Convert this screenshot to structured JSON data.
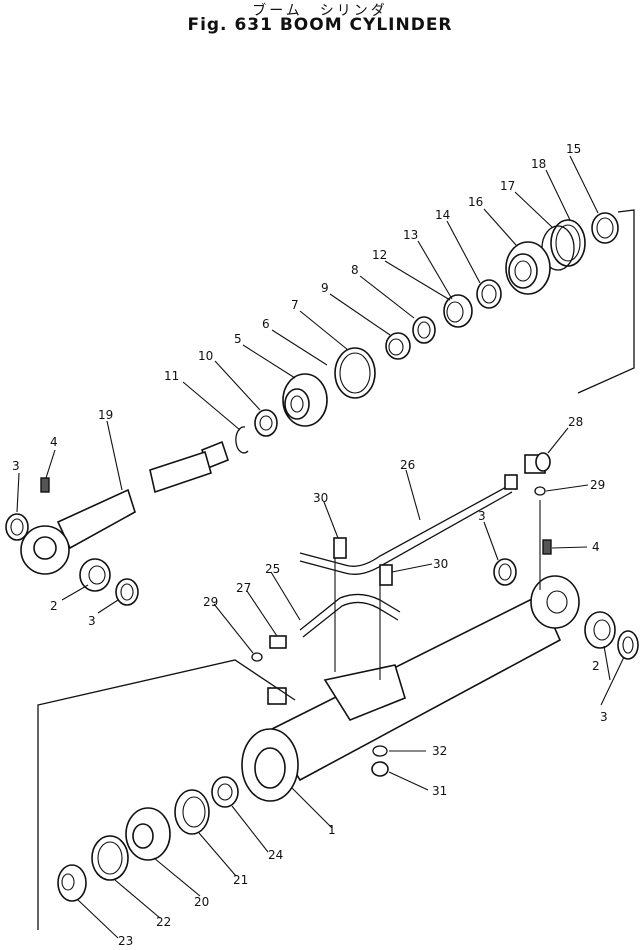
{
  "title": {
    "japanese": "ブーム　シリンダ",
    "english": "Fig. 631 BOOM CYLINDER"
  },
  "labels": [
    "1",
    "2",
    "2",
    "3",
    "3",
    "3",
    "3",
    "4",
    "4",
    "5",
    "6",
    "7",
    "8",
    "9",
    "10",
    "11",
    "12",
    "13",
    "14",
    "15",
    "16",
    "17",
    "18",
    "19",
    "20",
    "21",
    "22",
    "23",
    "24",
    "25",
    "26",
    "27",
    "28",
    "29",
    "29",
    "30",
    "30",
    "31",
    "32"
  ]
}
